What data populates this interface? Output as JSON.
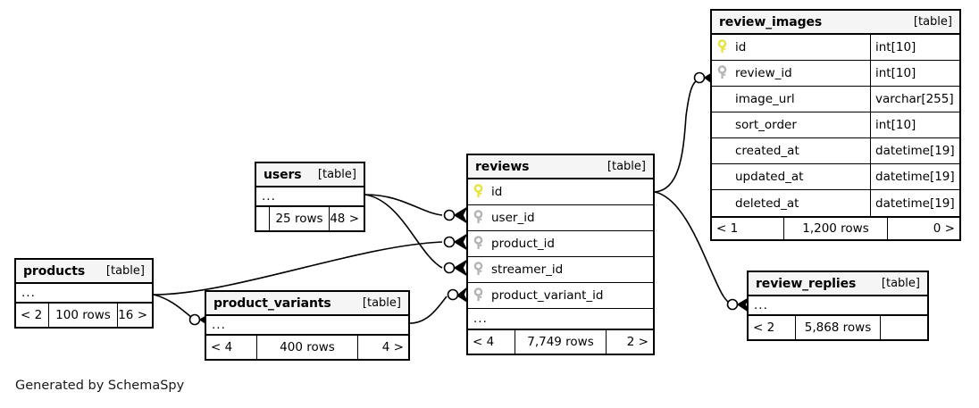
{
  "diagram": {
    "caption": "Generated by SchemaSpy",
    "table_tag": "[table]",
    "ellipsis": "...",
    "colors": {
      "primary_key": "#e8e13a",
      "foreign_key": "#b3b3b3",
      "border": "#000000",
      "header_bg": "#f5f5f5",
      "background": "#ffffff"
    }
  },
  "tables": {
    "review_images": {
      "name": "review_images",
      "tag": "[table]",
      "columns": [
        {
          "key": "primary",
          "name": "id",
          "type": "int[10]"
        },
        {
          "key": "foreign",
          "name": "review_id",
          "type": "int[10]"
        },
        {
          "key": "none",
          "name": "image_url",
          "type": "varchar[255]"
        },
        {
          "key": "none",
          "name": "sort_order",
          "type": "int[10]"
        },
        {
          "key": "none",
          "name": "created_at",
          "type": "datetime[19]"
        },
        {
          "key": "none",
          "name": "updated_at",
          "type": "datetime[19]"
        },
        {
          "key": "none",
          "name": "deleted_at",
          "type": "datetime[19]"
        }
      ],
      "footer": {
        "left": "< 1",
        "center": "1,200 rows",
        "right": "0 >"
      }
    },
    "reviews": {
      "name": "reviews",
      "tag": "[table]",
      "columns": [
        {
          "key": "primary",
          "name": "id",
          "type": ""
        },
        {
          "key": "foreign",
          "name": "user_id",
          "type": ""
        },
        {
          "key": "foreign",
          "name": "product_id",
          "type": ""
        },
        {
          "key": "foreign",
          "name": "streamer_id",
          "type": ""
        },
        {
          "key": "foreign",
          "name": "product_variant_id",
          "type": ""
        }
      ],
      "has_ellipsis_row": true,
      "footer": {
        "left": "< 4",
        "center": "7,749 rows",
        "right": "2 >"
      }
    },
    "users": {
      "name": "users",
      "tag": "[table]",
      "columns": [],
      "has_ellipsis_row": true,
      "footer": {
        "left": "",
        "center": "25 rows",
        "right": "48 >"
      }
    },
    "products": {
      "name": "products",
      "tag": "[table]",
      "columns": [],
      "has_ellipsis_row": true,
      "footer": {
        "left": "< 2",
        "center": "100 rows",
        "right": "16 >"
      }
    },
    "product_variants": {
      "name": "product_variants",
      "tag": "[table]",
      "columns": [],
      "has_ellipsis_row": true,
      "footer": {
        "left": "< 4",
        "center": "400 rows",
        "right": "4 >"
      }
    },
    "review_replies": {
      "name": "review_replies",
      "tag": "[table]",
      "columns": [],
      "has_ellipsis_row": true,
      "footer": {
        "left": "< 2",
        "center": "5,868 rows",
        "right": ""
      }
    }
  },
  "relationships": [
    {
      "from": "users",
      "to": "reviews.user_id",
      "from_card": "one",
      "to_card": "zero-or-many"
    },
    {
      "from": "products",
      "to": "reviews.product_id",
      "from_card": "one",
      "to_card": "zero-or-many"
    },
    {
      "from": "users",
      "to": "reviews.streamer_id",
      "from_card": "one",
      "to_card": "zero-or-many"
    },
    {
      "from": "product_variants",
      "to": "reviews.product_variant_id",
      "from_card": "one",
      "to_card": "zero-or-many"
    },
    {
      "from": "products",
      "to": "product_variants",
      "from_card": "one",
      "to_card": "zero-or-many"
    },
    {
      "from": "reviews",
      "to": "review_images.review_id",
      "from_card": "one",
      "to_card": "zero-or-many"
    },
    {
      "from": "reviews",
      "to": "review_replies",
      "from_card": "one",
      "to_card": "zero-or-many"
    }
  ]
}
